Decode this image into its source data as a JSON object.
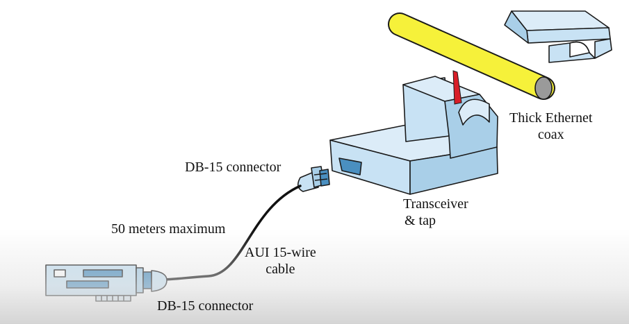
{
  "labels": {
    "thick_coax": [
      "Thick Ethernet",
      "coax"
    ],
    "transceiver": [
      "Transceiver",
      "& tap"
    ],
    "db15_top": "DB-15 connector",
    "db15_bottom": "DB-15 connector",
    "max_length": "50 meters maximum",
    "aui_cable": [
      "AUI 15-wire",
      "cable"
    ]
  },
  "colors": {
    "coax": "#f6f13a",
    "coax_end": "#9a9a9a",
    "box_top": "#dcecf8",
    "box_front": "#c8e2f4",
    "box_side": "#a9cfe8",
    "port": "#4a8fc0",
    "tap_pin": "#d81e28",
    "outline": "#1a1a1a",
    "cable": "#111111"
  }
}
